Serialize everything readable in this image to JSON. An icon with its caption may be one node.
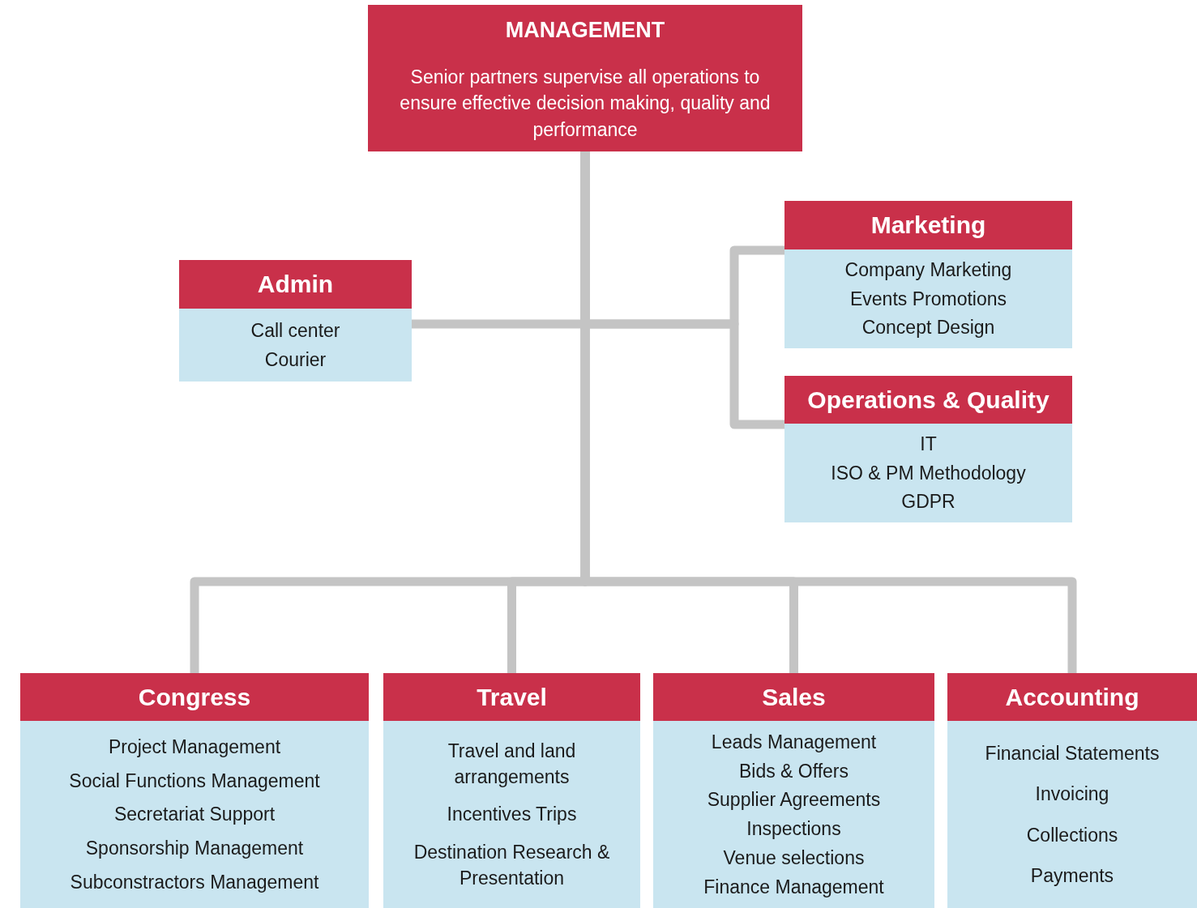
{
  "diagram": {
    "nodes": [
      {
        "text": [
          "MANAGEMENT",
          "Senior partners supervise all operations to ensure effective decision making, quality and performance"
        ]
      },
      {
        "text": [
          "Admin",
          "Call center",
          "Courier"
        ]
      },
      {
        "text": [
          "Marketing",
          "Company Marketing",
          "Events Promotions",
          "Concept Design"
        ]
      },
      {
        "text": [
          "Operations & Quality",
          "IT",
          "ISO & PM Methodology",
          "GDPR"
        ]
      },
      {
        "text": [
          "Congress",
          "Project Management",
          "Social Functions Management",
          "Secretariat Support",
          "Sponsorship Management",
          "Subconstractors Management"
        ]
      },
      {
        "text": [
          "Travel",
          "Travel and land arrangements",
          "Incentives Trips",
          "Destination Research & Presentation"
        ]
      },
      {
        "text": [
          "Sales",
          "Leads Management",
          "Bids & Offers",
          "Supplier Agreements",
          "Inspections",
          "Venue selections",
          "Finance Management"
        ]
      },
      {
        "text": [
          "Accounting",
          "Financial Statements",
          "Invoicing",
          "Collections",
          "Payments"
        ]
      }
    ],
    "edges": [
      {
        "from": 0,
        "to": 1,
        "arrow": "none"
      },
      {
        "from": 0,
        "to": 2,
        "arrow": "none"
      },
      {
        "from": 0,
        "to": 3,
        "arrow": "none"
      },
      {
        "from": 0,
        "to": 4,
        "arrow": "none"
      },
      {
        "from": 0,
        "to": 5,
        "arrow": "none"
      },
      {
        "from": 0,
        "to": 6,
        "arrow": "none"
      },
      {
        "from": 0,
        "to": 7,
        "arrow": "none"
      }
    ]
  }
}
